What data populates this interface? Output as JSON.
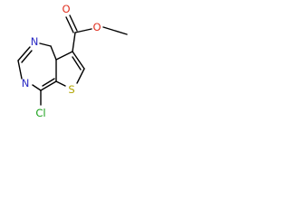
{
  "molecule": {
    "atoms": {
      "n_top": "N",
      "n_left": "N",
      "s_ring": "S",
      "o_carbonyl": "O",
      "o_ester": "O",
      "cl": "Cl"
    },
    "colors": {
      "bond": "#000000",
      "nitrogen": "#2a2ac4",
      "oxygen": "#e03020",
      "sulfur": "#b0a400",
      "chlorine": "#18a018"
    }
  }
}
